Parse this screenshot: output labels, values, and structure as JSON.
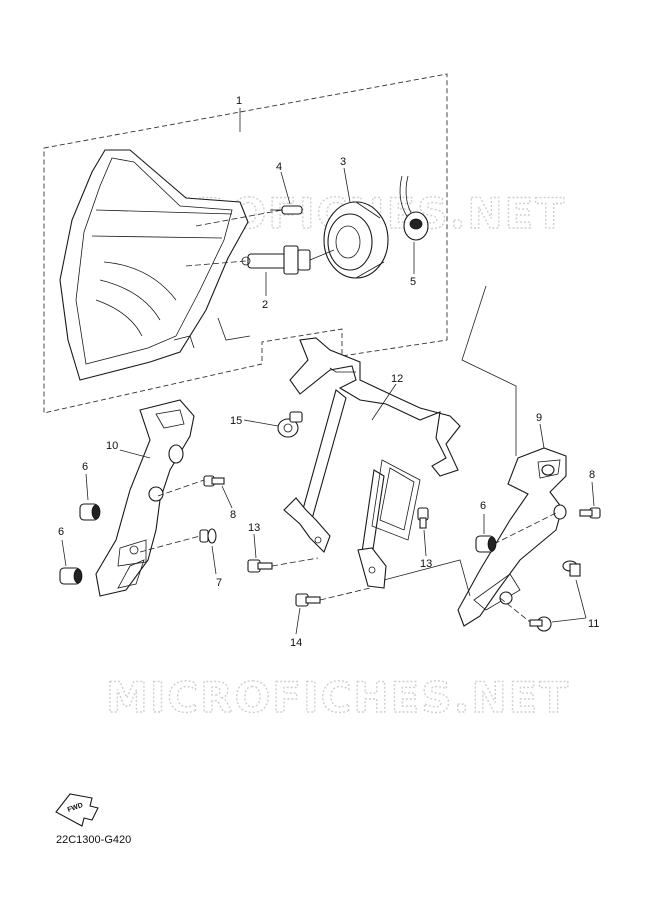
{
  "callouts": [
    {
      "id": "1",
      "text": "1"
    },
    {
      "id": "2",
      "text": "2"
    },
    {
      "id": "3",
      "text": "3"
    },
    {
      "id": "4",
      "text": "4"
    },
    {
      "id": "5",
      "text": "5"
    },
    {
      "id": "6a",
      "text": "6"
    },
    {
      "id": "6b",
      "text": "6"
    },
    {
      "id": "6c",
      "text": "6"
    },
    {
      "id": "7",
      "text": "7"
    },
    {
      "id": "8a",
      "text": "8"
    },
    {
      "id": "8b",
      "text": "8"
    },
    {
      "id": "9",
      "text": "9"
    },
    {
      "id": "10",
      "text": "10"
    },
    {
      "id": "11",
      "text": "11"
    },
    {
      "id": "12",
      "text": "12"
    },
    {
      "id": "13a",
      "text": "13"
    },
    {
      "id": "13b",
      "text": "13"
    },
    {
      "id": "14",
      "text": "14"
    },
    {
      "id": "15",
      "text": "15"
    }
  ],
  "watermark": "MICROFICHES.NET",
  "fwd_label": "FWD",
  "diagram_code": "22C1300-G420",
  "colors": {
    "line": "#1a1a1a",
    "watermark": "#cfcfcf",
    "background": "#ffffff"
  }
}
